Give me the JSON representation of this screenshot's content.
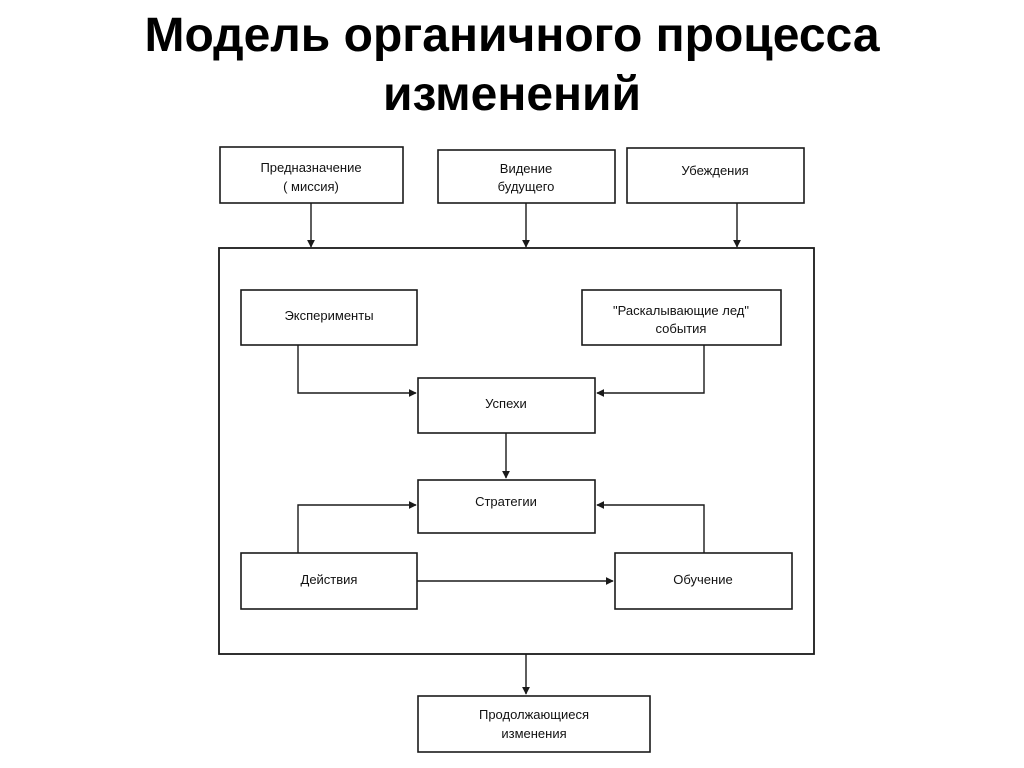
{
  "title": {
    "line1": "Модель органичного процесса",
    "line2": "изменений"
  },
  "nodes": {
    "mission": {
      "line1": "Предназначение",
      "line2": "( миссия)"
    },
    "vision": {
      "line1": "Видение",
      "line2": "будущего"
    },
    "beliefs": {
      "line1": "Убеждения"
    },
    "experiments": {
      "line1": "Эксперименты"
    },
    "icebreaking": {
      "line1": "\"Раскалывающие лед\"",
      "line2": "события"
    },
    "successes": {
      "line1": "Успехи"
    },
    "strategies": {
      "line1": "Стратегии"
    },
    "actions": {
      "line1": "Действия"
    },
    "learning": {
      "line1": "Обучение"
    },
    "ongoing": {
      "line1": "Продолжающиеся",
      "line2": "изменения"
    }
  },
  "colors": {
    "stroke": "#1a1a1a",
    "text": "#111111",
    "background": "#ffffff"
  }
}
